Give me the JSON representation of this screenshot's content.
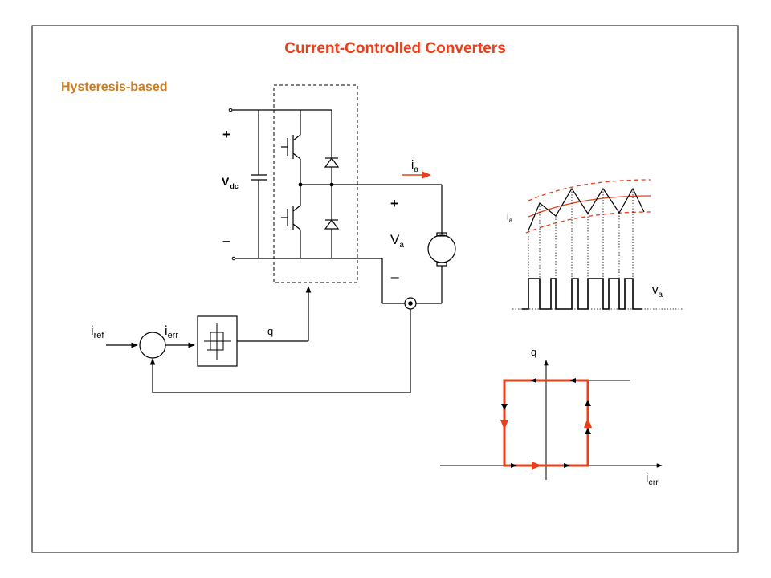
{
  "slide": {
    "title": "Current-Controlled Converters",
    "subtitle": "Hysteresis-based"
  },
  "labels": {
    "plus_dc": "+",
    "minus_dc": "–",
    "vdc_main": "V",
    "vdc_sub": "dc",
    "ia_main": "i",
    "ia_sub": "a",
    "plus_load": "+",
    "va_main": "V",
    "va_sub": "a",
    "minus_load": "_",
    "iref_main": "i",
    "iref_sub": "ref",
    "ierr_main": "i",
    "ierr_sub": "err",
    "q": "q"
  },
  "waveform": {
    "ia_main": "i",
    "ia_sub": "a",
    "va_main": "v",
    "va_sub": "a"
  },
  "hysteresis": {
    "q_label": "q",
    "ierr_main": "i",
    "ierr_sub": "err"
  },
  "colors": {
    "title": "#e8401c",
    "subtitle": "#d07a1e",
    "accent": "#e8401c",
    "frame": "#000000"
  }
}
